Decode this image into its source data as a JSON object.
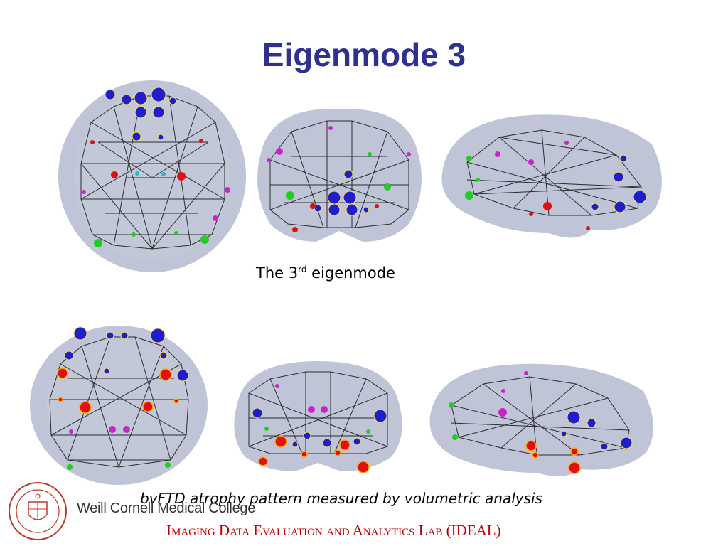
{
  "slide": {
    "title": "Eigenmode 3",
    "caption_top_prefix": "The 3",
    "caption_top_sup": "rd",
    "caption_top_suffix": " eigenmode",
    "caption_bottom": "bvFTD atrophy pattern measured by volumetric analysis",
    "college": "Weill Cornell Medical College",
    "lab": "Imaging Data Evaluation and Analytics Lab (IDEAL)"
  },
  "colors": {
    "title": "#2e3192",
    "lab": "#c00000",
    "brain": "#9aa3bd",
    "node_blue": "#1e1ecc",
    "node_red": "#e01010",
    "node_green": "#22cc22",
    "node_magenta": "#cc22cc"
  },
  "panels": [
    {
      "id": "top-axial",
      "view": "axial",
      "row": "top"
    },
    {
      "id": "top-coronal",
      "view": "coronal",
      "row": "top"
    },
    {
      "id": "top-sagittal",
      "view": "sagittal",
      "row": "top"
    },
    {
      "id": "bottom-axial",
      "view": "axial",
      "row": "bottom"
    },
    {
      "id": "bottom-coronal",
      "view": "coronal",
      "row": "bottom"
    },
    {
      "id": "bottom-sagittal",
      "view": "sagittal",
      "row": "bottom"
    }
  ]
}
